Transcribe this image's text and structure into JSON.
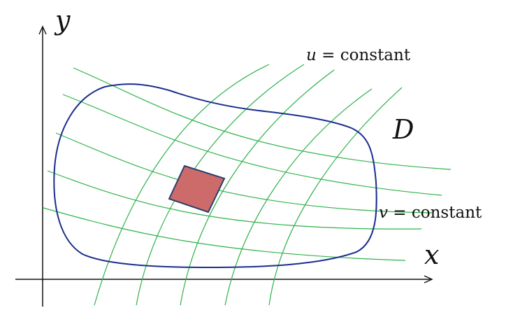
{
  "axes": {
    "x_label": "x",
    "y_label": "y"
  },
  "region": {
    "label": "D"
  },
  "curves": {
    "u_label": {
      "var": "u",
      "rest": " = constant"
    },
    "v_label": {
      "var": "v",
      "rest": " = constant"
    }
  },
  "colors": {
    "axis": "#111111",
    "boundary": "#1a2d8c",
    "grid_lines": "#2eb24a",
    "highlight_fill": "#cd6b6b",
    "highlight_stroke": "#2a3e6e"
  }
}
